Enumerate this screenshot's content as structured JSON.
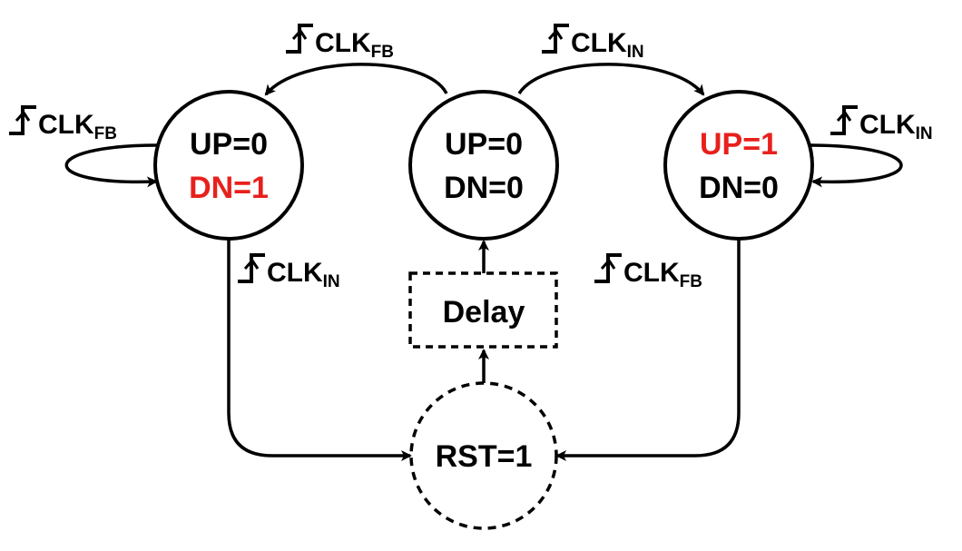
{
  "colors": {
    "stroke": "#000000",
    "text": "#000000",
    "asserted": "#e8201c",
    "background": "#ffffff"
  },
  "states": {
    "left": {
      "up": "UP=0",
      "dn": "DN=1",
      "up_color": "#000000",
      "dn_color": "#e8201c"
    },
    "middle": {
      "up": "UP=0",
      "dn": "DN=0",
      "up_color": "#000000",
      "dn_color": "#000000"
    },
    "right": {
      "up": "UP=1",
      "dn": "DN=0",
      "up_color": "#e8201c",
      "dn_color": "#000000"
    },
    "reset": {
      "label": "RST=1"
    }
  },
  "delay": {
    "label": "Delay"
  },
  "clock_labels": {
    "top_left": {
      "base": "CLK",
      "sub": "FB"
    },
    "top_right": {
      "base": "CLK",
      "sub": "IN"
    },
    "self_left": {
      "base": "CLK",
      "sub": "FB"
    },
    "self_right": {
      "base": "CLK",
      "sub": "IN"
    },
    "lower_left": {
      "base": "CLK",
      "sub": "IN"
    },
    "lower_right": {
      "base": "CLK",
      "sub": "FB"
    }
  },
  "icons": {
    "edge": "rising-edge-icon"
  }
}
